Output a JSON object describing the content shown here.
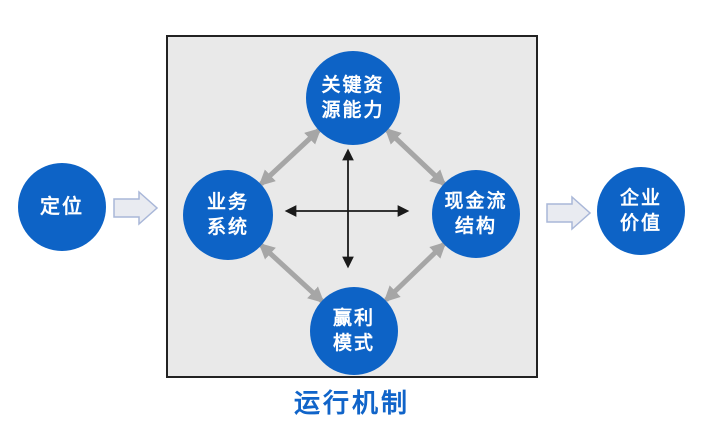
{
  "nodes": {
    "positioning": {
      "label": "定位"
    },
    "key_resources": {
      "label": "关键资\n源能力"
    },
    "business_system": {
      "label": "业务\n系统"
    },
    "cashflow_structure": {
      "label": "现金流\n结构"
    },
    "profit_model": {
      "label": "赢利\n模式"
    },
    "enterprise_value": {
      "label": "企业\n价值"
    }
  },
  "caption": {
    "label": "运行机制"
  },
  "icons": {
    "flow_arrow": "right-block-arrow",
    "link_arrow": "double-headed-arrow"
  },
  "relations": [
    {
      "from": "定位",
      "to": "运行机制",
      "type": "flow-arrow"
    },
    {
      "from": "运行机制",
      "to": "企业价值",
      "type": "flow-arrow"
    },
    {
      "from": "业务系统",
      "to": "关键资源能力",
      "type": "gray-double-arrow"
    },
    {
      "from": "关键资源能力",
      "to": "现金流结构",
      "type": "gray-double-arrow"
    },
    {
      "from": "业务系统",
      "to": "赢利模式",
      "type": "gray-double-arrow"
    },
    {
      "from": "赢利模式",
      "to": "现金流结构",
      "type": "gray-double-arrow"
    },
    {
      "from": "业务系统",
      "to": "现金流结构",
      "type": "black-double-arrow"
    },
    {
      "from": "关键资源能力",
      "to": "赢利模式",
      "type": "black-double-arrow"
    }
  ],
  "colors": {
    "node_blue": "#0d63c6",
    "caption_blue": "#1064c9",
    "box_fill": "#e9e9e9",
    "box_border": "#222222",
    "gray_arrow": "#a6a6a6",
    "black_arrow": "#1a1a1a",
    "block_arrow_fill": "#e9ebf1",
    "block_arrow_stroke": "#a9b7d8"
  }
}
